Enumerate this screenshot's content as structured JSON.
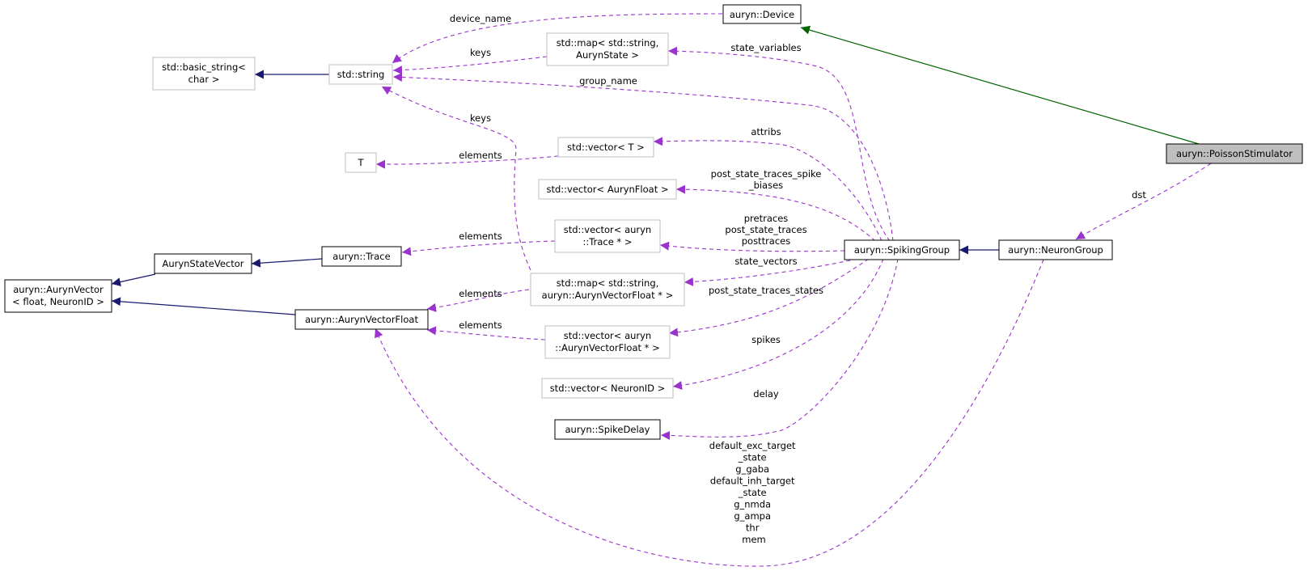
{
  "diagram": {
    "colors": {
      "inheritance": "#191970",
      "public_inheritance": "#006400",
      "usage": "#9a32cd",
      "external_border": "#bfbfbf",
      "focus_fill": "#bfbfbf"
    },
    "nodes": [
      {
        "id": "n_device",
        "lines": [
          "auryn::Device"
        ],
        "kind": "class"
      },
      {
        "id": "n_poisson",
        "lines": [
          "auryn::PoissonStimulator"
        ],
        "kind": "focus"
      },
      {
        "id": "n_map_state",
        "lines": [
          "std::map< std::string,",
          "AurynState >"
        ],
        "kind": "external"
      },
      {
        "id": "n_string",
        "lines": [
          "std::string"
        ],
        "kind": "external"
      },
      {
        "id": "n_basic_string",
        "lines": [
          "std::basic_string<",
          "char >"
        ],
        "kind": "external"
      },
      {
        "id": "n_T",
        "lines": [
          "T"
        ],
        "kind": "external"
      },
      {
        "id": "n_vec_T",
        "lines": [
          "std::vector< T >"
        ],
        "kind": "external"
      },
      {
        "id": "n_vec_float",
        "lines": [
          "std::vector< AurynFloat >"
        ],
        "kind": "external"
      },
      {
        "id": "n_vec_trace",
        "lines": [
          "std::vector< auryn",
          "::Trace * >"
        ],
        "kind": "external"
      },
      {
        "id": "n_map_vecfloat",
        "lines": [
          "std::map< std::string,",
          "auryn::AurynVectorFloat * >"
        ],
        "kind": "external"
      },
      {
        "id": "n_vec_vecfloat",
        "lines": [
          "std::vector< auryn",
          "::AurynVectorFloat * >"
        ],
        "kind": "external"
      },
      {
        "id": "n_vec_nid",
        "lines": [
          "std::vector< NeuronID >"
        ],
        "kind": "external"
      },
      {
        "id": "n_spikedelay",
        "lines": [
          "auryn::SpikeDelay"
        ],
        "kind": "class"
      },
      {
        "id": "n_spiking",
        "lines": [
          "auryn::SpikingGroup"
        ],
        "kind": "class"
      },
      {
        "id": "n_neuron",
        "lines": [
          "auryn::NeuronGroup"
        ],
        "kind": "class"
      },
      {
        "id": "n_trace",
        "lines": [
          "auryn::Trace"
        ],
        "kind": "class"
      },
      {
        "id": "n_statevec",
        "lines": [
          "AurynStateVector"
        ],
        "kind": "class"
      },
      {
        "id": "n_aurynvec",
        "lines": [
          "auryn::AurynVector",
          "< float, NeuronID >"
        ],
        "kind": "class"
      },
      {
        "id": "n_vecfloat",
        "lines": [
          "auryn::AurynVectorFloat"
        ],
        "kind": "class"
      }
    ],
    "edge_labels": [
      {
        "id": "l_device_name",
        "lines": [
          "device_name"
        ]
      },
      {
        "id": "l_keys1",
        "lines": [
          "keys"
        ]
      },
      {
        "id": "l_state_variables",
        "lines": [
          "state_variables"
        ]
      },
      {
        "id": "l_group_name",
        "lines": [
          "group_name"
        ]
      },
      {
        "id": "l_keys2",
        "lines": [
          "keys"
        ]
      },
      {
        "id": "l_attribs",
        "lines": [
          "attribs"
        ]
      },
      {
        "id": "l_elements_T",
        "lines": [
          "elements"
        ]
      },
      {
        "id": "l_post_state_spike",
        "lines": [
          "post_state_traces_spike",
          "_biases"
        ]
      },
      {
        "id": "l_dst",
        "lines": [
          "dst"
        ]
      },
      {
        "id": "l_elements_trace",
        "lines": [
          "elements"
        ]
      },
      {
        "id": "l_traces",
        "lines": [
          "pretraces",
          "post_state_traces",
          "posttraces"
        ]
      },
      {
        "id": "l_state_vectors",
        "lines": [
          "state_vectors"
        ]
      },
      {
        "id": "l_elements_map",
        "lines": [
          "elements"
        ]
      },
      {
        "id": "l_post_states",
        "lines": [
          "post_state_traces_states"
        ]
      },
      {
        "id": "l_elements_vec",
        "lines": [
          "elements"
        ]
      },
      {
        "id": "l_spikes",
        "lines": [
          "spikes"
        ]
      },
      {
        "id": "l_delay",
        "lines": [
          "delay"
        ]
      },
      {
        "id": "l_neuron_members",
        "lines": [
          "default_exc_target",
          "_state",
          "g_gaba",
          "default_inh_target",
          "_state",
          "g_nmda",
          "g_ampa",
          "thr",
          "mem"
        ]
      }
    ]
  }
}
